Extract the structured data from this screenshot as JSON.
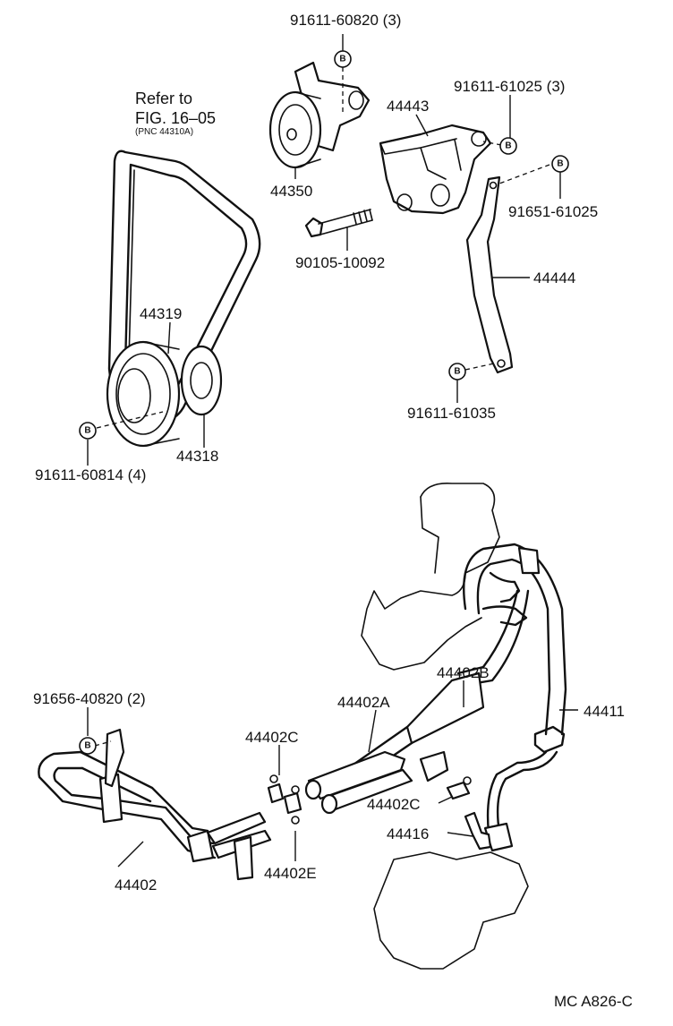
{
  "references": {
    "refer_line1": "Refer to",
    "refer_line2": "FIG. 16–05",
    "refer_pnc": "(PNC 44310A)"
  },
  "labels": {
    "p91611_60820": "91611-60820 (3)",
    "p91611_61025": "91611-61025 (3)",
    "p44443": "44443",
    "p44350": "44350",
    "p91651_61025": "91651-61025",
    "p90105_10092": "90105-10092",
    "p44444": "44444",
    "p44319": "44319",
    "p91611_61035": "91611-61035",
    "p44318": "44318",
    "p91611_60814": "91611-60814 (4)",
    "p44402B": "44402B",
    "p44402A": "44402A",
    "p44411": "44411",
    "p91656_40820": "91656-40820 (2)",
    "p44402C_a": "44402C",
    "p44402C_b": "44402C",
    "p44416": "44416",
    "p44402": "44402",
    "p44402E": "44402E"
  },
  "bolt_marker": "B",
  "figure_code": "MC A826-C"
}
